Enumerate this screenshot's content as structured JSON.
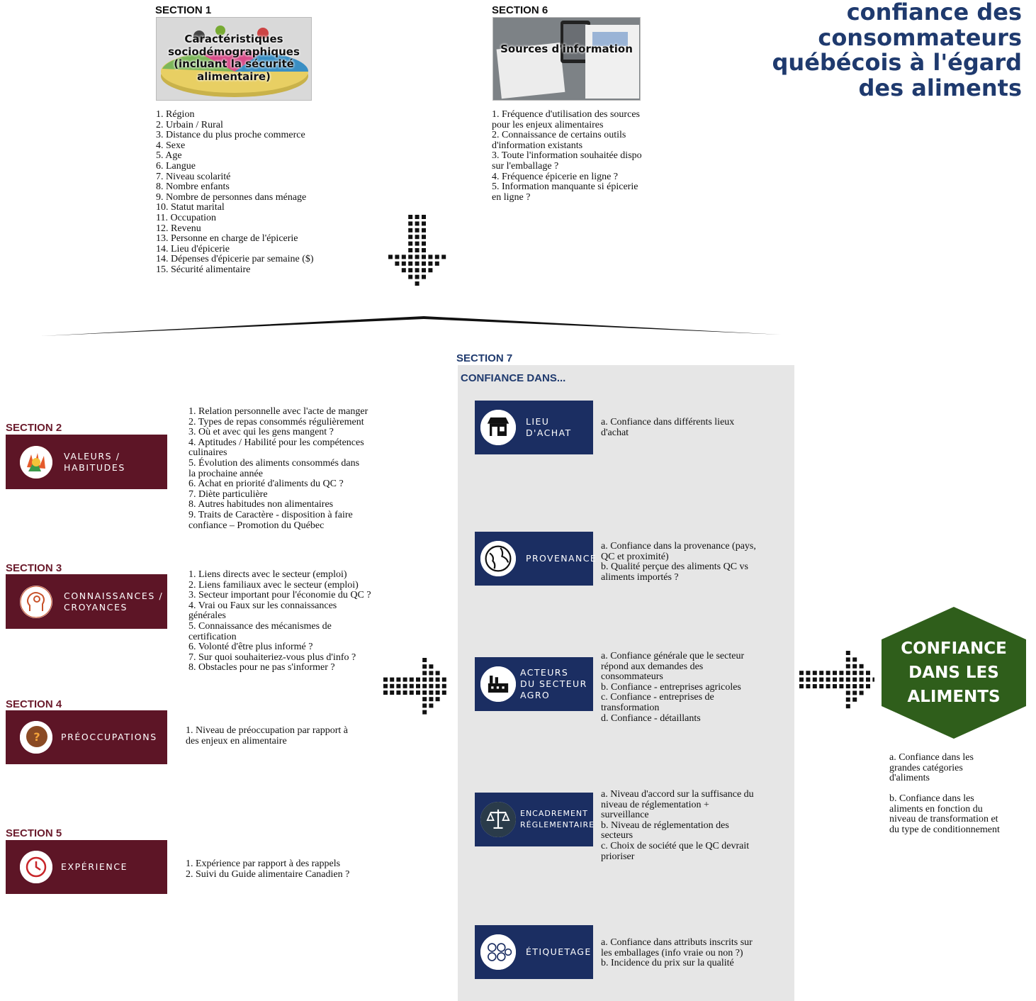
{
  "title": "confiance des\nconsommateurs\nquébécois à l'égard\ndes aliments",
  "section1": {
    "label": "SECTION 1",
    "image_caption": "Caractéristiques sociodémographiques (incluant la sécurité alimentaire)",
    "items": [
      "1. Région",
      "2. Urbain / Rural",
      "3. Distance du plus proche commerce",
      "4. Sexe",
      "5. Age",
      "6. Langue",
      "7. Niveau scolarité",
      "8. Nombre enfants",
      "9. Nombre de personnes dans ménage",
      "10. Statut marital",
      "11. Occupation",
      "12. Revenu",
      "13. Personne en charge de l'épicerie",
      "14. Lieu d'épicerie",
      "14. Dépenses d'épicerie par semaine ($)",
      "15. Sécurité alimentaire"
    ]
  },
  "section6": {
    "label": "SECTION 6",
    "image_caption": "Sources d'information",
    "items": [
      "1. Fréquence d'utilisation des sources",
      "pour les enjeux alimentaires",
      "2. Connaissance de certains outils",
      "d'information existants",
      "3. Toute l'information souhaitée dispo",
      "sur l'emballage ?",
      "4. Fréquence épicerie en ligne ?",
      "5. Information manquante si épicerie",
      "en ligne ?"
    ]
  },
  "section2": {
    "label": "SECTION 2",
    "card": "VALEURS /\nHABITUDES",
    "icon": "hands-icon",
    "items": [
      "1. Relation personnelle avec l'acte de manger",
      "2. Types de repas consommés régulièrement",
      "3. Où et avec qui les gens mangent ?",
      "4. Aptitudes / Habilité pour les compétences",
      "culinaires",
      "5. Évolution des aliments consommés dans",
      "la prochaine année",
      "6. Achat en priorité d'aliments du QC ?",
      "7. Diète particulière",
      "8. Autres habitudes non alimentaires",
      "9. Traits de Caractère - disposition à faire",
      "confiance – Promotion du Québec"
    ]
  },
  "section3": {
    "label": "SECTION 3",
    "card": "CONNAISSANCES /\nCROYANCES",
    "icon": "head-gear-icon",
    "items": [
      "1. Liens directs avec le secteur  (emploi)",
      "2. Liens familiaux avec le secteur (emploi)",
      "3. Secteur important pour l'économie du QC ?",
      "4. Vrai ou Faux sur les connaissances",
      "générales",
      "5. Connaissance des mécanismes de",
      "certification",
      "6. Volonté d'être plus informé ?",
      "7. Sur quoi souhaiteriez-vous plus d'info ?",
      "8. Obstacles pour ne pas s'informer ?"
    ]
  },
  "section4": {
    "label": "SECTION 4",
    "card": "PRÉOCCUPATIONS",
    "icon": "question-head-icon",
    "items": [
      "1. Niveau de préoccupation par rapport à",
      "des enjeux en alimentaire"
    ]
  },
  "section5": {
    "label": "SECTION 5",
    "card": "EXPÉRIENCE",
    "icon": "clock-icon",
    "items": [
      "1. Expérience par rapport à des rappels",
      "2. Suivi du Guide alimentaire Canadien ?"
    ]
  },
  "section7": {
    "label": "SECTION 7",
    "heading": "CONFIANCE DANS...",
    "cards": [
      {
        "label": "LIEU\nD'ACHAT",
        "icon": "storefront-icon",
        "desc": "a. Confiance dans différents lieux\nd'achat"
      },
      {
        "label": "PROVENANCE",
        "icon": "globe-icon",
        "desc": "a. Confiance dans la provenance (pays,\nQC et proximité)\nb. Qualité perçue des aliments QC vs\naliments importés ?"
      },
      {
        "label": "ACTEURS\nDU SECTEUR\nAGRO",
        "icon": "factory-icon",
        "desc": "a. Confiance générale que le secteur\nrépond aux demandes des\nconsommateurs\nb. Confiance - entreprises agricoles\nc. Confiance - entreprises de\ntransformation\nd. Confiance - détaillants"
      },
      {
        "label": "ENCADREMENT\nRÉGLEMENTAIRE",
        "icon": "scales-icon",
        "desc": "a. Niveau d'accord sur la suffisance du\nniveau de réglementation +\nsurveillance\nb. Niveau de réglementation des\nsecteurs\nc. Choix de société que le QC devrait\nprioriser"
      },
      {
        "label": "ÉTIQUETAGE",
        "icon": "labels-icon",
        "desc": "a. Confiance dans attributs inscrits sur\nles emballages (info vraie ou non ?)\nb. Incidence du prix sur la qualité"
      }
    ]
  },
  "result": {
    "hexagon": "CONFIANCE\nDANS LES\nALIMENTS",
    "desc_a": "a. Confiance dans les\ngrandes catégories\nd'aliments",
    "desc_b": "b. Confiance dans les\naliments en fonction du\nniveau de transformation et\ndu type de conditionnement"
  },
  "colors": {
    "maroon": "#5d1526",
    "navy": "#1b2e62",
    "green": "#2f5e1b",
    "title": "#1f3a6e",
    "panel": "#e6e6e6"
  }
}
